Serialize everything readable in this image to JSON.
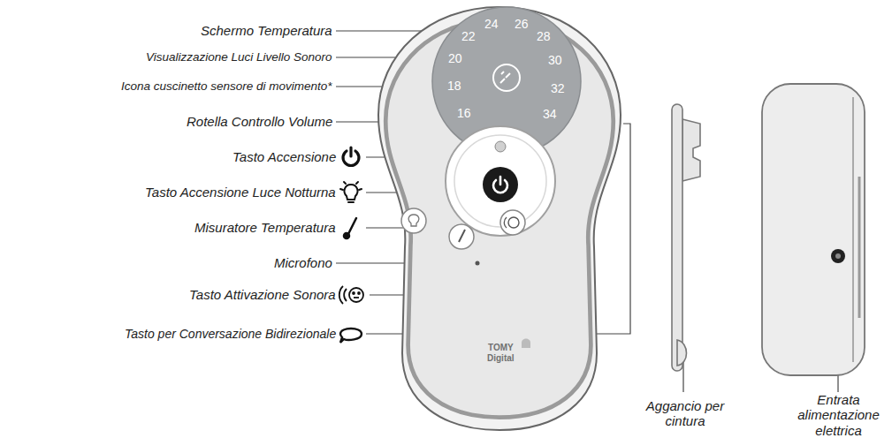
{
  "diagram": {
    "labels": [
      "Schermo Temperatura",
      "Visualizzazione Luci Livello Sonoro",
      "Icona cuscinetto sensore di movimento*",
      "Rotella Controllo Volume",
      "Tasto Accensione",
      "Tasto Accensione Luce Notturna",
      "Misuratore Temperatura",
      "Microfono",
      "Tasto Attivazione Sonora",
      "Tasto per Conversazione Bidirezionale",
      "Aggancio per cintura",
      "Entrata alimentazione elettrica",
      "24",
      "26",
      "22",
      "28",
      "20",
      "30",
      "18",
      "32",
      "16",
      "34",
      "TOMY",
      "Digital"
    ]
  }
}
